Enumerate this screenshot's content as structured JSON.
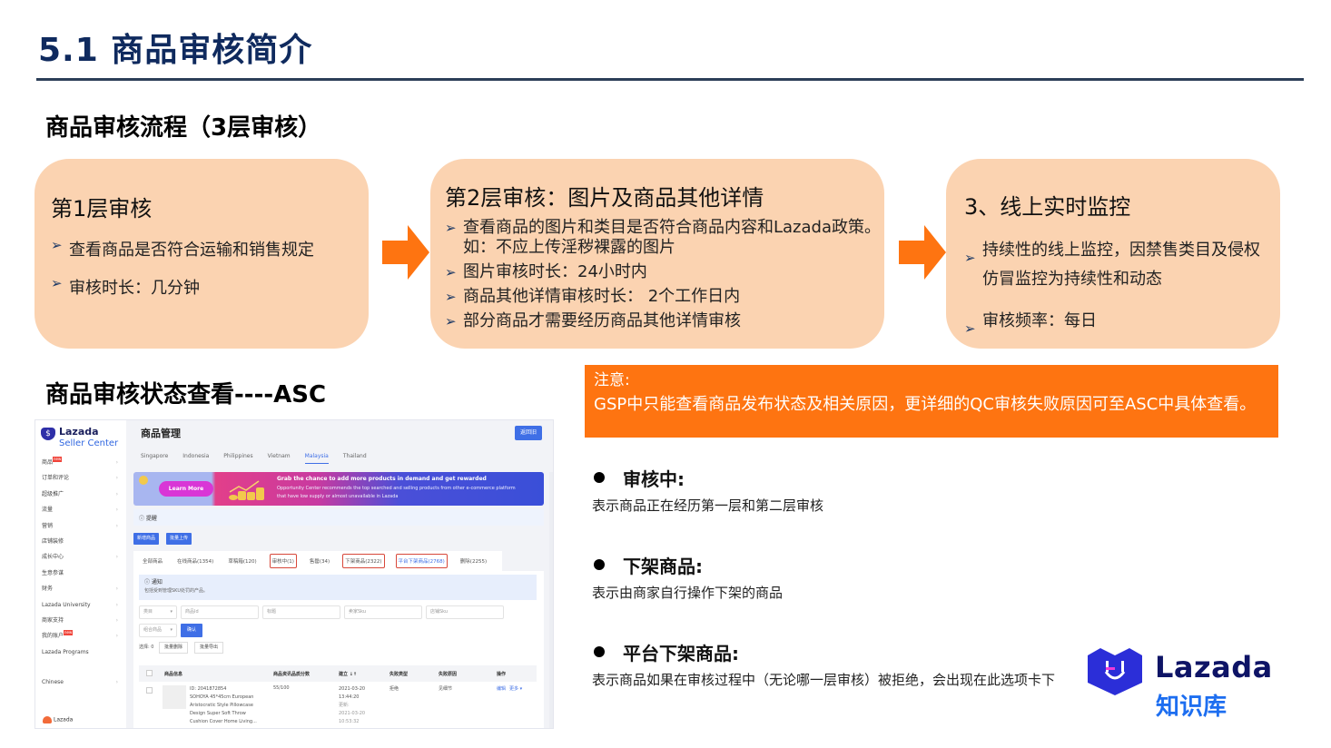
{
  "slide": {
    "title": "5.1 商品审核简介"
  },
  "flow_section": {
    "heading": "商品审核流程（3层审核）",
    "boxes": [
      {
        "title": "第1层审核",
        "items": [
          "查看商品是否符合运输和销售规定",
          "审核时长：几分钟"
        ]
      },
      {
        "title": "第2层审核：图片及商品其他详情",
        "items": [
          "查看商品的图片和类目是否符合商品内容和Lazada政策。",
          "如：不应上传淫秽裸露的图片",
          "图片审核时长：24小时内",
          "商品其他详情审核时长： 2个工作日内",
          "部分商品才需要经历商品其他详情审核"
        ]
      },
      {
        "title": "3、线上实时监控",
        "items": [
          "持续性的线上监控，因禁售类目及侵权",
          "仿冒监控为持续性和动态",
          "审核频率：每日"
        ]
      }
    ],
    "bullet_glyph": "➢",
    "arrow_color": "#fe7411",
    "box_color": "#fbd3b1"
  },
  "status_section": {
    "heading": "商品审核状态查看----ASC"
  },
  "notice": {
    "title": "注意:",
    "text": "GSP中只能查看商品发布状态及相关原因，更详细的QC审核失败原因可至ASC中具体查看。",
    "bg_color": "#fe7411"
  },
  "statuses": [
    {
      "label": "审核中:",
      "desc": "表示商品正在经历第一层和第二层审核"
    },
    {
      "label": "下架商品:",
      "desc": "表示由商家自行操作下架的商品"
    },
    {
      "label": "平台下架商品:",
      "desc": "表示商品如果在审核过程中（无论哪一层审核）被拒绝，会出现在此选项卡下"
    }
  ],
  "logo": {
    "wordmark": "Lazada",
    "subtitle": "知识库"
  },
  "asc": {
    "brand_line1": "Lazada",
    "brand_line2": "Seller Center",
    "brand_icon": "$",
    "new_badge": "new",
    "menu": [
      {
        "label": "商品",
        "new": true,
        "chevron": true
      },
      {
        "label": "订单和评论",
        "chevron": true
      },
      {
        "label": "超级推广",
        "chevron": true
      },
      {
        "label": "流量",
        "chevron": true
      },
      {
        "label": "营销",
        "chevron": true
      },
      {
        "label": "店铺装修",
        "chevron": false
      },
      {
        "label": "成长中心",
        "chevron": true
      },
      {
        "label": "生意参谋",
        "chevron": false
      },
      {
        "label": "财务",
        "chevron": true
      },
      {
        "label": "Lazada University",
        "chevron": true
      },
      {
        "label": "商家支持",
        "chevron": true
      },
      {
        "label": "我的账户",
        "new": true,
        "chevron": true
      },
      {
        "label": "Lazada Programs",
        "chevron": false
      },
      {
        "label": "Chinese",
        "chevron": true
      }
    ],
    "footer_brand": "Lazada",
    "page_title": "商品管理",
    "return_button": "返回旧",
    "countries": [
      "Singapore",
      "Indonesia",
      "Philippines",
      "Vietnam",
      "Malaysia",
      "Thailand"
    ],
    "active_country": "Malaysia",
    "banner": {
      "button": "Learn More",
      "headline": "Grab the chance to add more products in demand and get rewarded",
      "body_line1": "Opportunity Center recommends the top searched and selling products from other e-commerce platform",
      "body_line2": "that have low supply or almost unavailable in Lazada"
    },
    "reminder": "提醒",
    "add_product_button": "新增商品",
    "bulk_upload_button": "批量上传",
    "tabs": [
      {
        "label": "全部商品"
      },
      {
        "label": "在线商品(1354)"
      },
      {
        "label": "草稿箱(120)"
      },
      {
        "label": "审核中(1)",
        "highlight": true
      },
      {
        "label": "售罄(34)"
      },
      {
        "label": "下架商品(2322)",
        "highlight": true
      },
      {
        "label": "平台下架商品(2768)",
        "highlight": true,
        "selected": true
      },
      {
        "label": "删除(2255)"
      }
    ],
    "notice_title": "通知",
    "notice_text": "包括受到管理SKU处罚的产品。",
    "filters": {
      "category": "类目",
      "product_id": "商品Id",
      "title": "标题",
      "seller_sku": "卖家Sku",
      "shop_sku": "店铺Sku",
      "combo": "组合商品",
      "confirm": "确认"
    },
    "selected_label": "选择: 0",
    "bulk_delete": "批量删除",
    "bulk_export": "批量导出",
    "table": {
      "headers": [
        "商品信息",
        "商品资讯品质分数",
        "建立 ↓↑",
        "失败类型",
        "失败原因",
        "操作"
      ],
      "rows": [
        {
          "id": "ID: 2041872854",
          "name_lines": [
            "SOHOYA 45*45cm European",
            "Aristocratic Style Pillowcase",
            "Design Super Soft Throw",
            "Cushion Cover Home Living..."
          ],
          "score": "55/100",
          "created_date": "2021-03-20",
          "created_time": "13:44:20",
          "updated_label": "更新:",
          "updated_date": "2021-03-20",
          "updated_time": "10:53:32",
          "fail_type": "拒绝",
          "fail_reason": "见细节",
          "action_edit": "编辑",
          "action_more": "更多 ▾"
        }
      ]
    }
  }
}
